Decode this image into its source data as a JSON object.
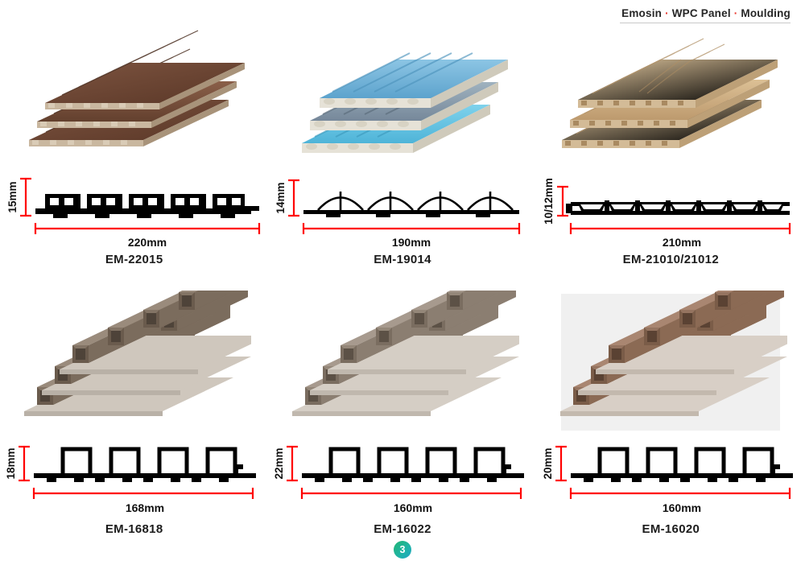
{
  "header": {
    "brand": "Emosin",
    "sep": "·",
    "part_2": "WPC Panel",
    "part_3": "Moulding",
    "full_title": "Emosin · WPC Panel · Moulding",
    "rule_color": "#c9c9c9",
    "dot_color": "#e8332a"
  },
  "page": {
    "number": "3",
    "badge_gradient_from": "#22b573",
    "badge_gradient_to": "#22a3c4",
    "background": "#ffffff",
    "dimension_line_color": "#ff0000",
    "profile_color": "#000000"
  },
  "products": [
    {
      "code": "EM-22015",
      "width_label": "220mm",
      "height_label": "15mm",
      "width_mm": 220,
      "height_mm": 15,
      "profile_type": "ribbed-blocks-twin-holes",
      "photo": {
        "name": "dark-brown-fluted-wpc-panels",
        "colors": [
          "#6b4330",
          "#5a3727",
          "#7d5440",
          "#c9b79f"
        ],
        "panel_count": 3,
        "rib_count": 5,
        "has_backdrop": false
      }
    },
    {
      "code": "EM-19014",
      "width_label": "190mm",
      "height_label": "14mm",
      "width_mm": 190,
      "height_mm": 14,
      "profile_type": "wave-arches-with-strut",
      "photo": {
        "name": "blue-wave-profile-wpc-panels",
        "colors": [
          "#6fb4da",
          "#8a9fae",
          "#5fc0e0",
          "#e6e2d7"
        ],
        "panel_count": 3,
        "rib_count": 4,
        "has_backdrop": false
      }
    },
    {
      "code": "EM-21010/21012",
      "width_label": "210mm",
      "height_label": "10/12mm",
      "width_mm": 210,
      "height_mm": 12,
      "profile_type": "trapezoid-hollow-cells",
      "photo": {
        "name": "light-oak-grain-wpc-panels",
        "colors": [
          "#d7bb91",
          "#c9a87c",
          "#e0caa6",
          "#b79468"
        ],
        "panel_count": 3,
        "rib_count": 6,
        "has_backdrop": false
      }
    },
    {
      "code": "EM-16818",
      "width_label": "168mm",
      "height_label": "18mm",
      "width_mm": 168,
      "height_mm": 18,
      "profile_type": "square-fins-on-base",
      "photo": {
        "name": "grey-brown-square-tube-fluted-panels",
        "colors": [
          "#7a6a5c",
          "#6a5b4d",
          "#8d7d6e",
          "#cfc7bd"
        ],
        "panel_count": 3,
        "rib_count": 4,
        "has_backdrop": false
      }
    },
    {
      "code": "EM-16022",
      "width_label": "160mm",
      "height_label": "22mm",
      "width_mm": 160,
      "height_mm": 22,
      "profile_type": "square-fins-on-base",
      "photo": {
        "name": "taupe-square-tube-fluted-panels",
        "colors": [
          "#8b7d6f",
          "#7a6d60",
          "#9d9084",
          "#d5cec5"
        ],
        "panel_count": 3,
        "rib_count": 4,
        "has_backdrop": false
      }
    },
    {
      "code": "EM-16020",
      "width_label": "160mm",
      "height_label": "20mm",
      "width_mm": 160,
      "height_mm": 20,
      "profile_type": "square-fins-on-base",
      "photo": {
        "name": "warm-brown-square-tube-fluted-panels",
        "colors": [
          "#8a6a55",
          "#7a5c48",
          "#9c7a63",
          "#d8cfc6"
        ],
        "panel_count": 3,
        "rib_count": 4,
        "has_backdrop": true,
        "backdrop_color": "#f0f0f0"
      }
    }
  ]
}
